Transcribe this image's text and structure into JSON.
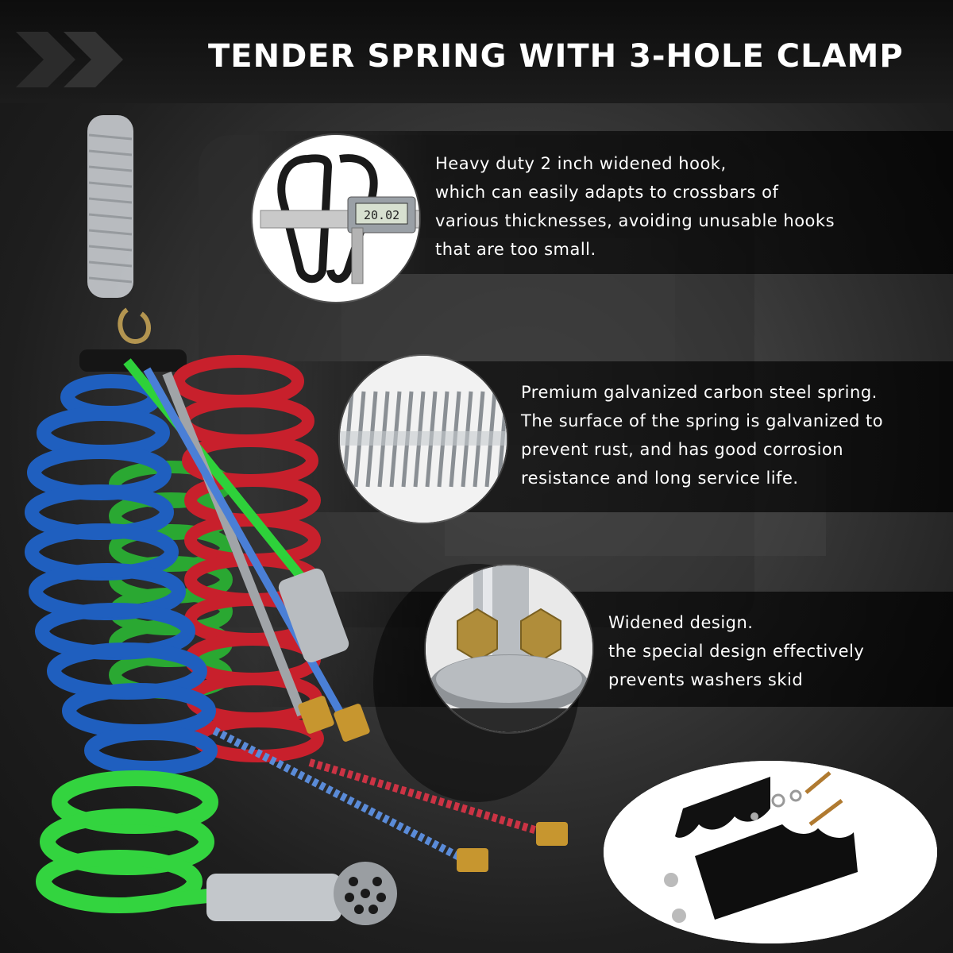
{
  "headline": "TENDER SPRING WITH 3-HOLE CLAMP",
  "features": [
    {
      "lines": [
        "Heavy duty 2 inch widened hook,",
        "which can easily adapts to crossbars of",
        "various thicknesses, avoiding unusable hooks",
        "that are too small."
      ]
    },
    {
      "lines": [
        "Premium galvanized carbon steel spring.",
        "The surface of the spring is galvanized to",
        "prevent rust, and has good corrosion",
        "resistance and long service life."
      ]
    },
    {
      "lines": [
        "Widened design.",
        "the special design effectively",
        "prevents washers skid"
      ]
    }
  ],
  "caliper_reading": "20.02",
  "colors": {
    "blue_hose": "#1f5fbf",
    "red_hose": "#c8202c",
    "green_hose": "#2fbf3a",
    "text": "#ffffff"
  }
}
